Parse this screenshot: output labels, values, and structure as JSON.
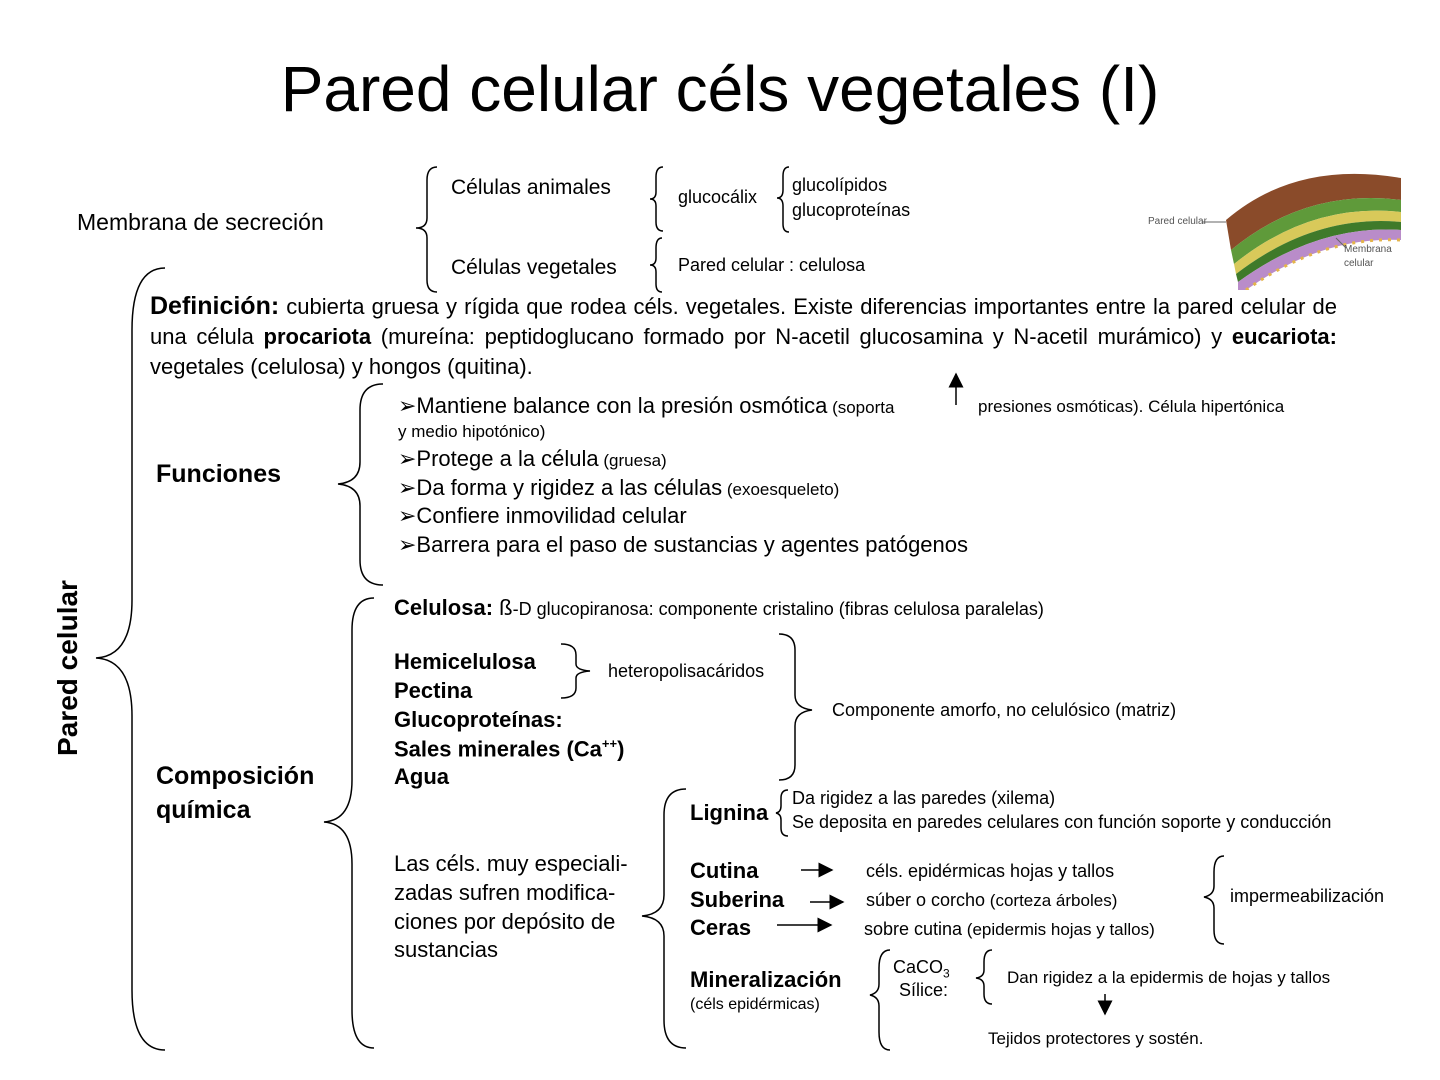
{
  "title": "Pared celular céls vegetales (I)",
  "membrana": {
    "label": "Membrana de secreción",
    "animales": "Células animales",
    "vegetales": "Células vegetales",
    "glucocalix": "glucocálix",
    "glucolipidos": "glucolípidos",
    "glucoproteinas": "glucoproteínas",
    "pared_celulosa": "Pared celular : celulosa"
  },
  "image_labels": {
    "pared": "Pared celular",
    "membrana_1": "Membrana",
    "membrana_2": "celular"
  },
  "vertical_label": "Pared celular",
  "definicion": {
    "head": "Definición:",
    "t1": " cubierta gruesa y rígida que rodea céls. vegetales. Existe diferencias importantes entre la pared celular de una célula ",
    "procariota": "procariota",
    "t2": " (mureína: peptidoglucano formado por N-acetil glucosamina y N-acetil murámico) y ",
    "eucariota": "eucariota:",
    "t3": " vegetales (celulosa)  y hongos (quitina)."
  },
  "funciones": {
    "label": "Funciones",
    "l1_main": "➢Mantiene balance con la presión osmótica",
    "l1_small": " (soporta",
    "l1_rest": "presiones osmóticas). Célula hipertónica",
    "l1_cont": "y medio hipotónico)",
    "l2_main": "➢Protege a la célula",
    "l2_small": " (gruesa)",
    "l3_main": "➢Da forma y rigidez a las células",
    "l3_small": " (exoesqueleto)",
    "l4": "➢Confiere inmovilidad celular",
    "l5": "➢Barrera para el paso de sustancias y agentes patógenos"
  },
  "composicion": {
    "label_1": "Composición",
    "label_2": "química",
    "celulosa_head": "Celulosa:",
    "celulosa_beta": " ß",
    "celulosa_text": "-D glucopiranosa: componente cristalino (fibras celulosa paralelas)",
    "hemicelulosa": "Hemicelulosa",
    "pectina": "Pectina",
    "glucoproteinas": "Glucoproteínas:",
    "sales": "Sales minerales (Ca",
    "sales_sup": "++",
    "sales_end": ")",
    "agua": "Agua",
    "heteropolisacaridos": "heteropolisacáridos",
    "amorfo": "Componente amorfo, no celulósico  (matriz)",
    "especial_1": "Las céls. muy especiali-",
    "especial_2": "zadas sufren modifica-",
    "especial_3": "ciones por depósito de",
    "especial_4": "sustancias",
    "lignina": "Lignina",
    "lignina_1": "Da rigidez a las paredes (xilema)",
    "lignina_2": "Se deposita en paredes celulares con función soporte y conducción",
    "cutina": "Cutina",
    "suberina": "Suberina",
    "ceras": "Ceras",
    "cutina_d": "céls. epidérmicas hojas y tallos",
    "suberina_d": "súber o corcho",
    "suberina_s": " (corteza árboles)",
    "ceras_d": "sobre cutina",
    "ceras_s": " (epidermis hojas y tallos)",
    "impermeabilizacion": "impermeabilización",
    "mineral": "Mineralización",
    "mineral_sub": "(céls epidérmicas)",
    "caco": "CaCO",
    "caco_sub": "3",
    "silice": "Sílice:",
    "rigidez": "Dan rigidez a la epidermis de hojas y tallos",
    "tejidos": "Tejidos protectores y sostén."
  }
}
